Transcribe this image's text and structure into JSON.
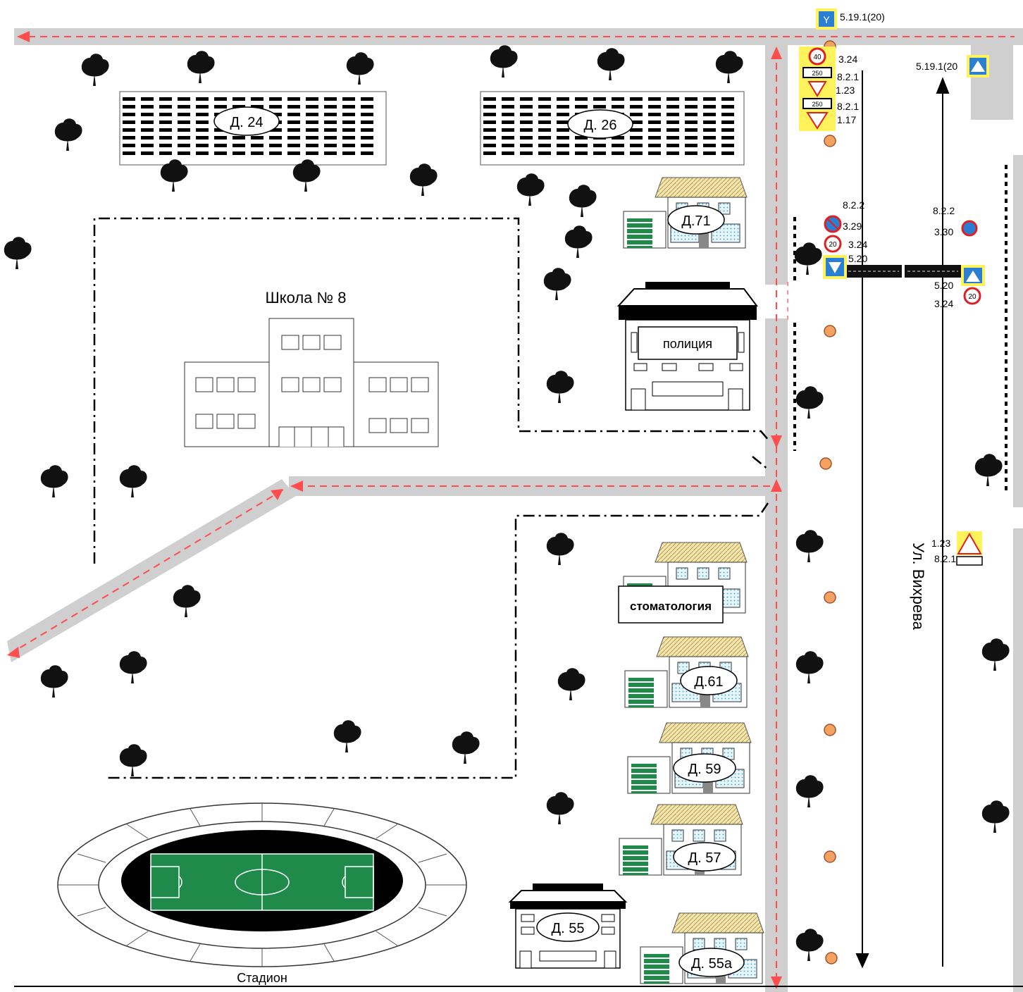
{
  "school": {
    "label": "Школа № 8"
  },
  "stadium": {
    "label": "Стадион"
  },
  "street": {
    "label": "Ул. Вихрева"
  },
  "buildings": {
    "d24": "Д. 24",
    "d26": "Д. 26",
    "d71": "Д.71",
    "police": "полиция",
    "dentistry": "стоматология",
    "d61": "Д.61",
    "d59": "Д. 59",
    "d57": "Д. 57",
    "d55": "Д. 55",
    "d55a": "Д. 55а"
  },
  "signs": {
    "top_center": "5.19.1(20)",
    "top_right": "5.19.1(20",
    "g1_a": "3.24",
    "g1_b": "8.2.1",
    "g1_c": "1.23",
    "g1_d": "8.2.1",
    "g1_e": "1.17",
    "mid_l_a": "8.2.2",
    "mid_l_b": "3.29",
    "mid_l_c": "3.24",
    "mid_l_d": "5.20",
    "mid_r_a": "8.2.2",
    "mid_r_b": "3.30",
    "mid_r_c": "5.20",
    "mid_r_d": "3.24",
    "low_r_a": "1.23",
    "low_r_b": "8.2.1",
    "speed_40": "40",
    "speed_20a": "20",
    "speed_20b": "20",
    "plate_250a": "250",
    "plate_250b": "250"
  },
  "colors": {
    "road": "#cfcfcf",
    "route": "#ff4d4d",
    "tree": "#111111",
    "field": "#1f8a4a",
    "sign_bg": "#fff25a",
    "sign_blue": "#2a7fd4",
    "light": "#f4a261"
  }
}
